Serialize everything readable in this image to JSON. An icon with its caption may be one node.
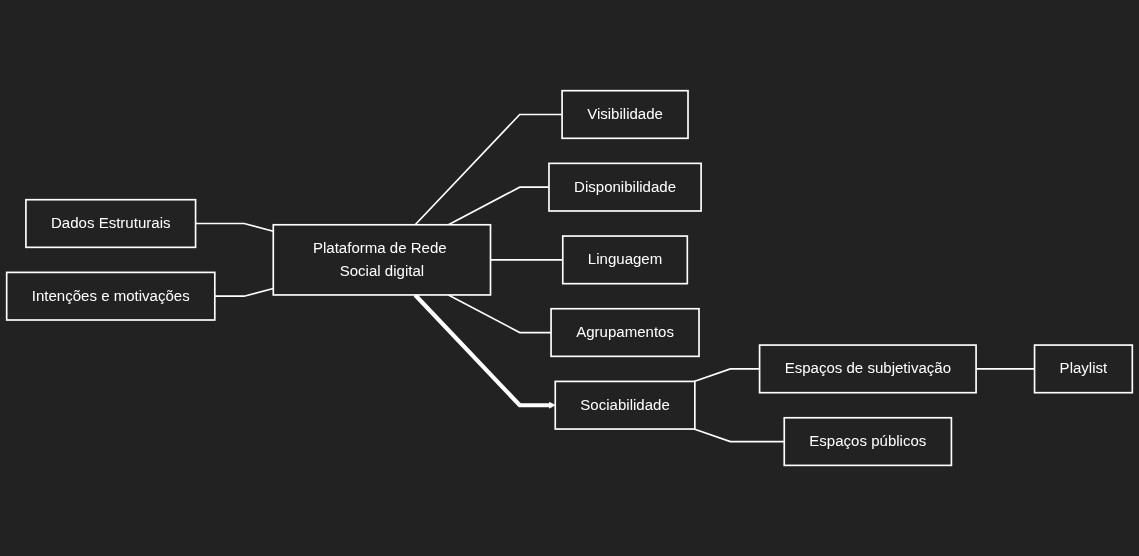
{
  "diagram": {
    "nodes": [
      {
        "text": [
          "Dados Estruturais"
        ]
      },
      {
        "text": [
          "Plataforma de Rede Social digital"
        ]
      },
      {
        "text": [
          "Intenções e motivações"
        ]
      },
      {
        "text": [
          "Visibilidade"
        ]
      },
      {
        "text": [
          "Disponibilidade"
        ]
      },
      {
        "text": [
          "Linguagem"
        ]
      },
      {
        "text": [
          "Agrupamentos"
        ]
      },
      {
        "text": [
          "Espaços de subjetivação"
        ]
      },
      {
        "text": [
          "Playlist"
        ]
      },
      {
        "text": [
          "Sociabilidade"
        ]
      },
      {
        "text": [
          "Espaços públicos"
        ]
      }
    ],
    "edges": [
      {
        "from": 0,
        "to": 1,
        "arrow": "none"
      },
      {
        "from": 2,
        "to": 1,
        "arrow": "none"
      },
      {
        "from": 1,
        "to": 3,
        "arrow": "none"
      },
      {
        "from": 1,
        "to": 4,
        "arrow": "none"
      },
      {
        "from": 1,
        "to": 5,
        "arrow": "none"
      },
      {
        "from": 1,
        "to": 6,
        "arrow": "none"
      },
      {
        "from": 1,
        "to": 9,
        "arrow": "to",
        "style": "thick"
      },
      {
        "from": 9,
        "to": 7,
        "arrow": "none"
      },
      {
        "from": 7,
        "to": 8,
        "arrow": "none"
      },
      {
        "from": 9,
        "to": 10,
        "arrow": "none"
      }
    ]
  }
}
